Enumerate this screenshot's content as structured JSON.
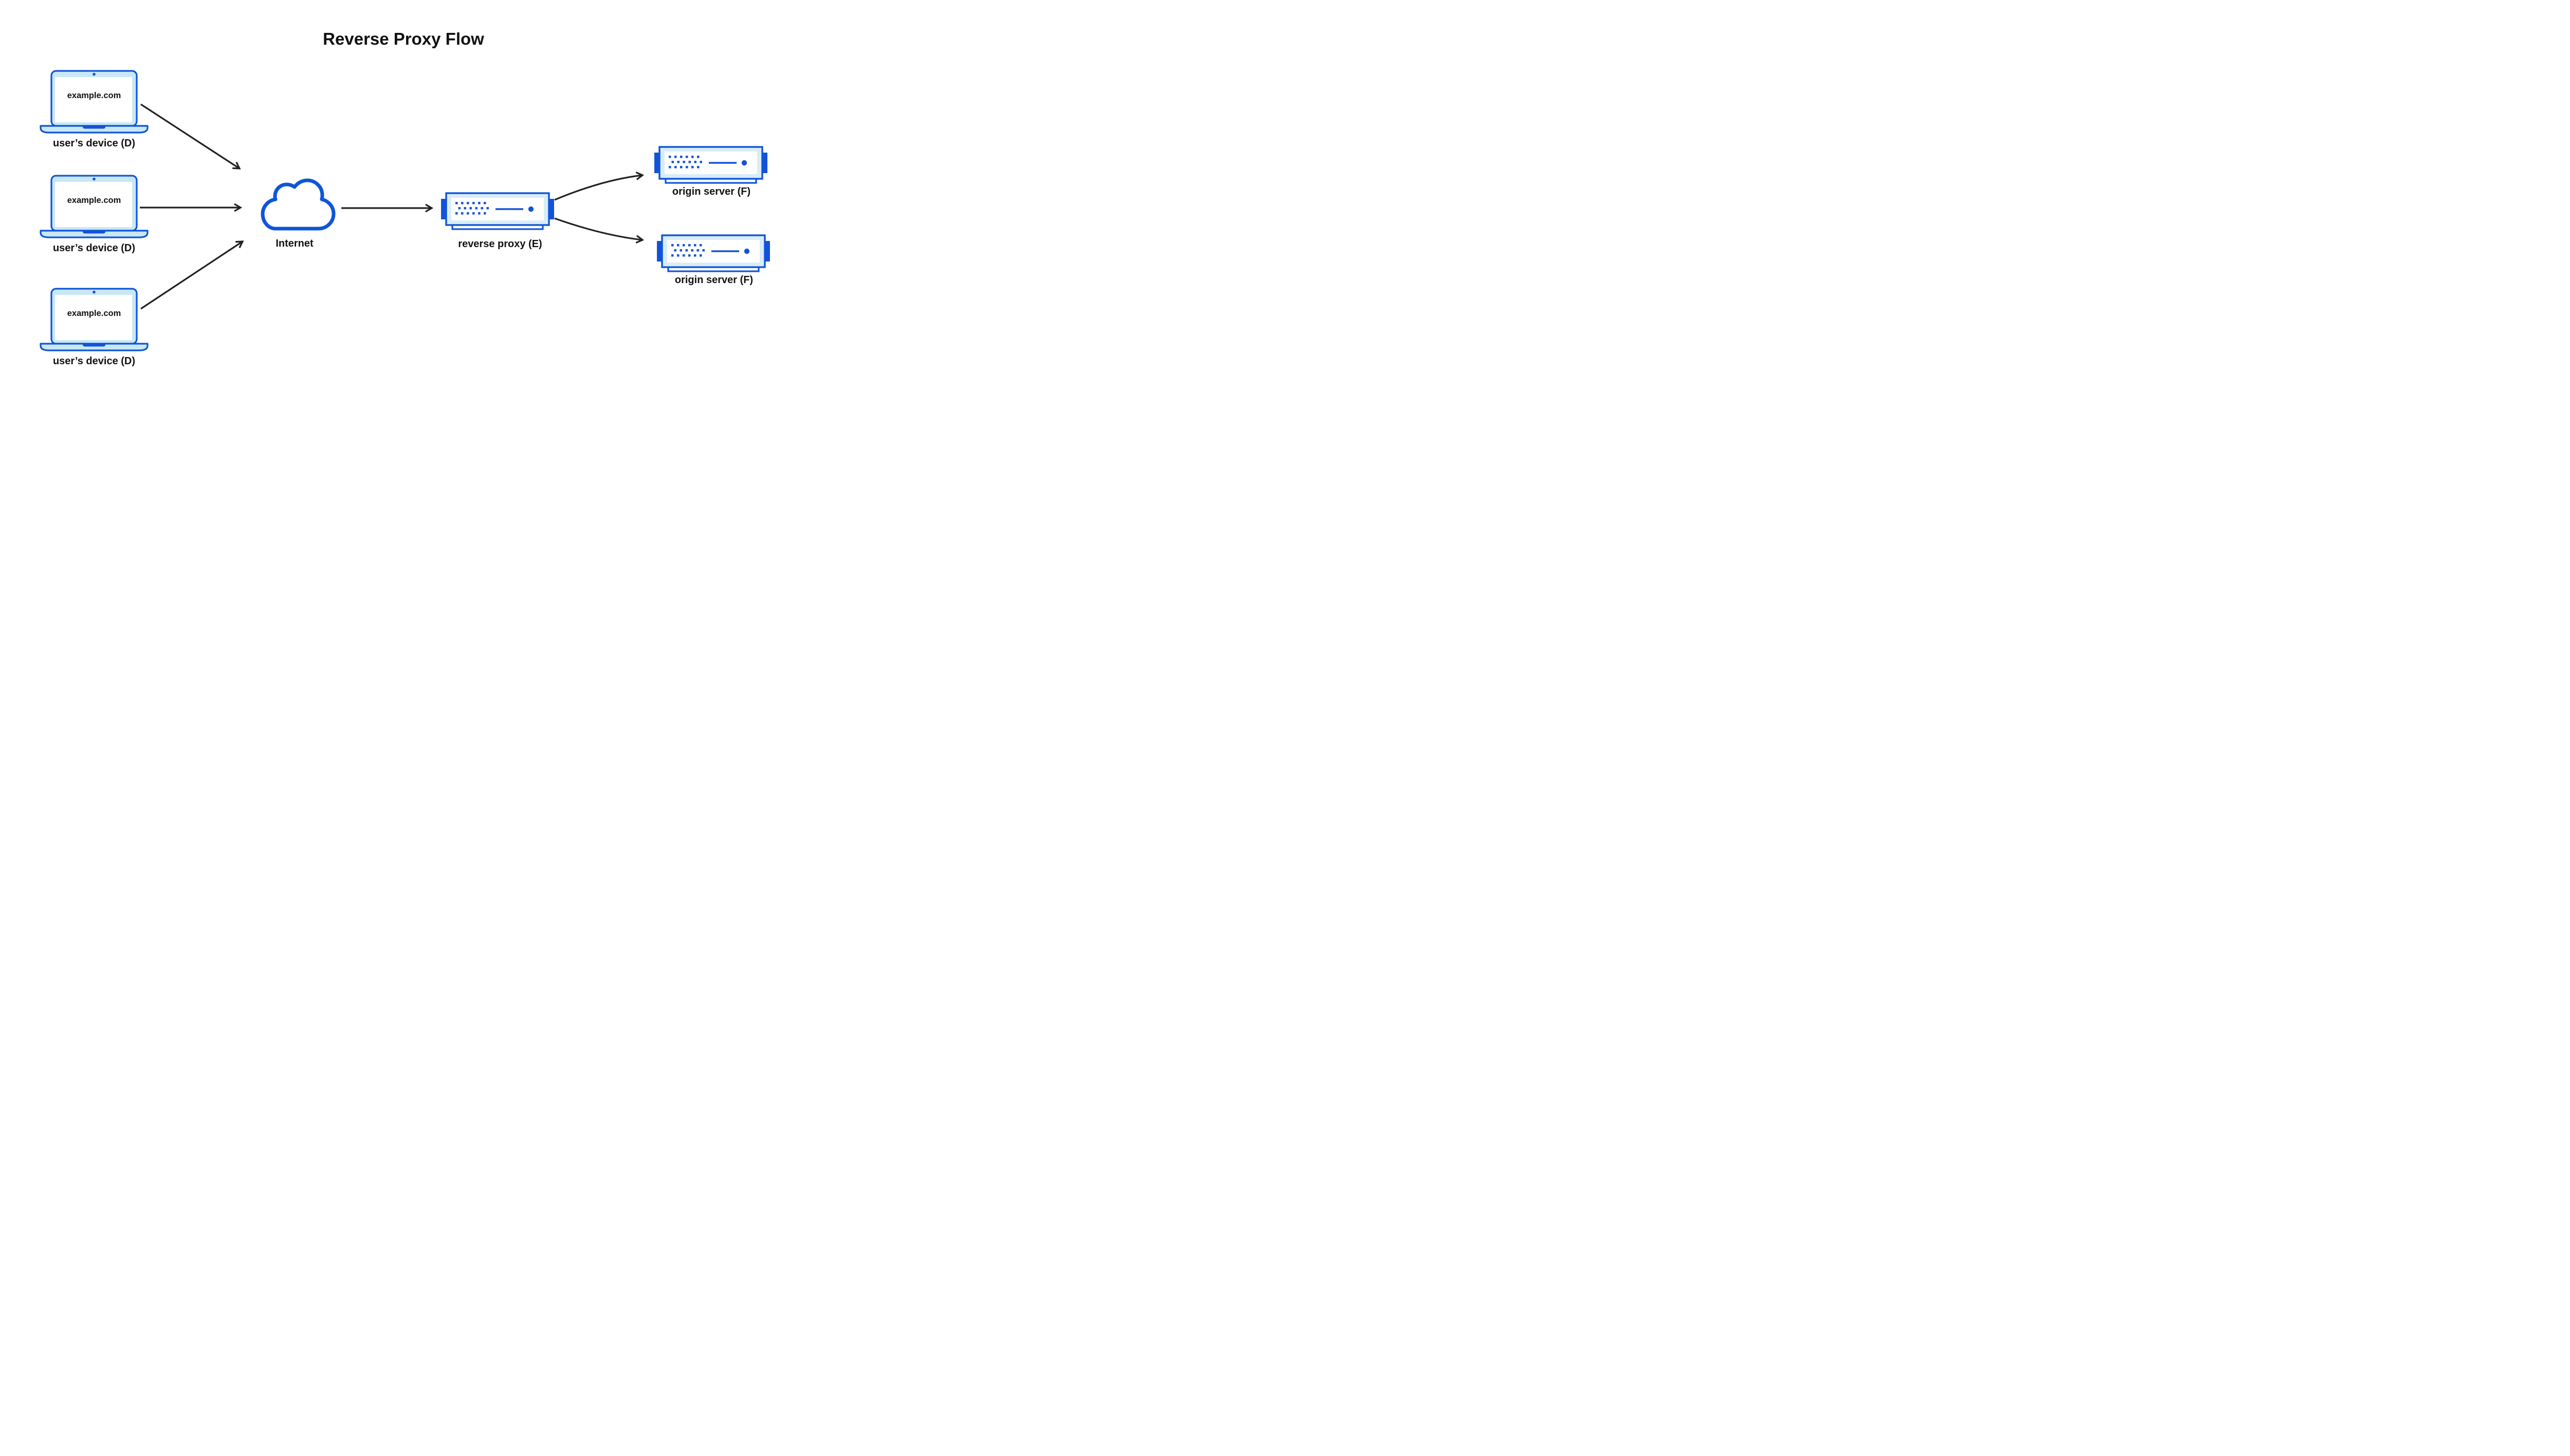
{
  "title": "Reverse Proxy Flow",
  "background": "#ffffff",
  "colors": {
    "accent_blue": "#0f55d8",
    "icon_fill_blue": "#1353d9",
    "laptop_bezel_fill": "#c9e7f5",
    "server_frame_fill": "#d9edf8",
    "arrow": "#212121",
    "text": "#111111"
  },
  "devices": [
    {
      "icon": "laptop-icon",
      "screen_text": "example.com",
      "label": "user’s device (D)"
    },
    {
      "icon": "laptop-icon",
      "screen_text": "example.com",
      "label": "user’s device (D)"
    },
    {
      "icon": "laptop-icon",
      "screen_text": "example.com",
      "label": "user’s device (D)"
    }
  ],
  "internet": {
    "icon": "cloud-icon",
    "label": "Internet"
  },
  "reverse_proxy": {
    "icon": "server-icon",
    "label": "reverse proxy (E)"
  },
  "origin_servers": [
    {
      "icon": "server-icon",
      "label": "origin server (F)"
    },
    {
      "icon": "server-icon",
      "label": "origin server (F)"
    }
  ],
  "connections": [
    {
      "from": "user-device-1",
      "to": "internet"
    },
    {
      "from": "user-device-2",
      "to": "internet"
    },
    {
      "from": "user-device-3",
      "to": "internet"
    },
    {
      "from": "internet",
      "to": "reverse-proxy"
    },
    {
      "from": "reverse-proxy",
      "to": "origin-server-1"
    },
    {
      "from": "reverse-proxy",
      "to": "origin-server-2"
    }
  ]
}
